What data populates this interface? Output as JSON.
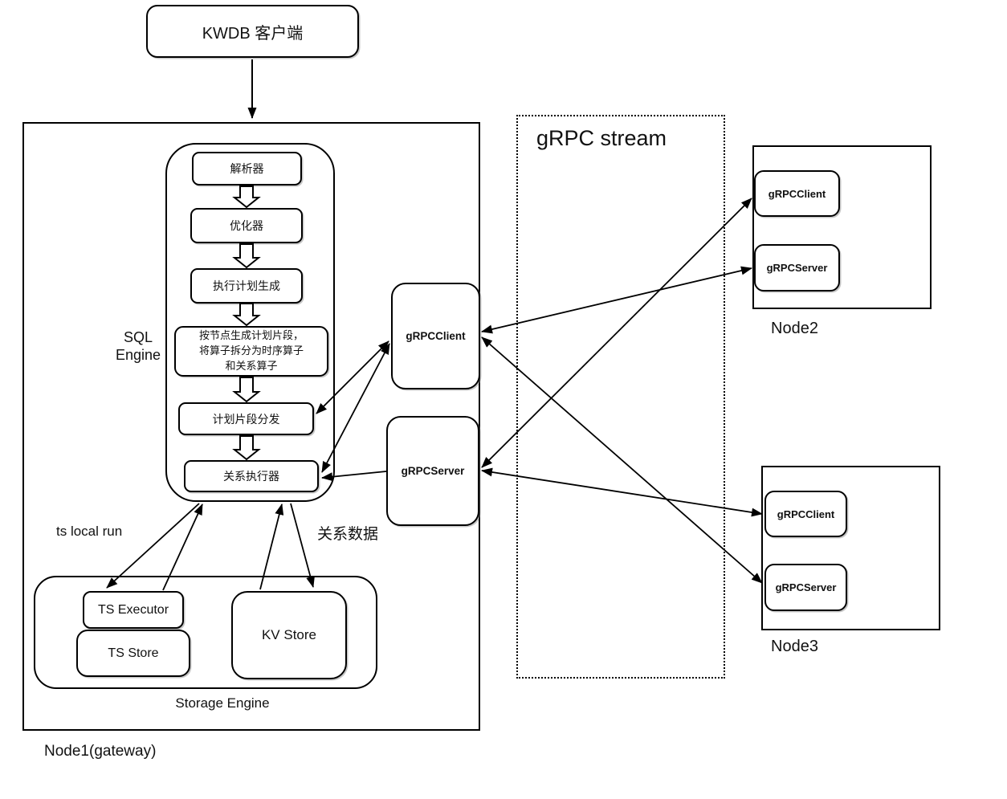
{
  "diagram": {
    "client_box": {
      "label": "KWDB 客户端"
    },
    "node1": {
      "label": "Node1(gateway)",
      "sql_engine": {
        "label_line1": "SQL",
        "label_line2": "Engine",
        "parser": "解析器",
        "optimizer": "优化器",
        "plan_gen": "执行计划生成",
        "fragment_line1": "按节点生成计划片段，",
        "fragment_line2": "将算子拆分为时序算子",
        "fragment_line3": "和关系算子",
        "dispatch": "计划片段分发",
        "rel_executor": "关系执行器"
      },
      "grpc_client": "gRPCClient",
      "grpc_server": "gRPCServer",
      "storage_engine": {
        "label": "Storage Engine",
        "ts_executor": "TS Executor",
        "ts_store": "TS Store",
        "kv_store": "KV Store"
      },
      "annotations": {
        "ts_local_run": "ts local run",
        "rel_data": "关系数据"
      }
    },
    "grpc_stream": {
      "title": "gRPC stream"
    },
    "node2": {
      "label": "Node2",
      "grpc_client": "gRPCClient",
      "grpc_server": "gRPCServer"
    },
    "node3": {
      "label": "Node3",
      "grpc_client": "gRPCClient",
      "grpc_server": "gRPCServer"
    },
    "colors": {
      "line": "#000000",
      "background": "#ffffff"
    }
  }
}
